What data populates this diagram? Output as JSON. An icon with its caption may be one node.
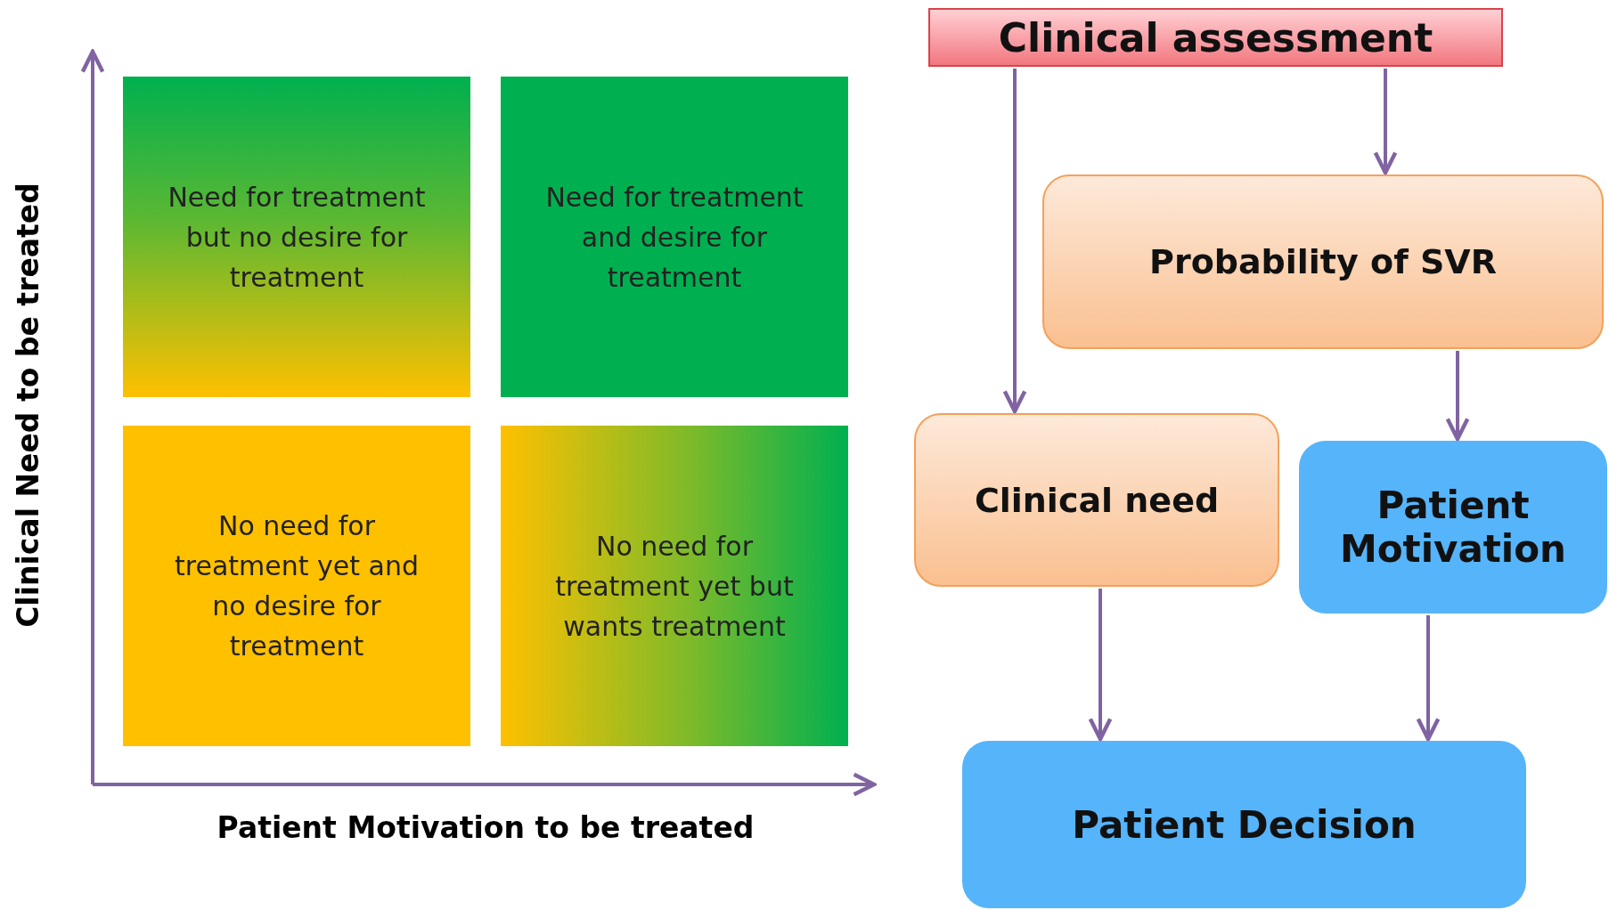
{
  "diagram": {
    "nodes": [
      {
        "text": [
          "Need for treatment but no desire for treatment"
        ]
      },
      {
        "text": [
          "Need for treatment and desire for treatment"
        ]
      },
      {
        "text": [
          "No need for treatment yet and no desire for treatment"
        ]
      },
      {
        "text": [
          "No need for treatment yet but wants treatment"
        ]
      },
      {
        "text": [
          "Clinical assessment"
        ]
      },
      {
        "text": [
          "Probability of SVR"
        ]
      },
      {
        "text": [
          "Clinical need"
        ]
      },
      {
        "text": [
          "Patient Motivation"
        ]
      },
      {
        "text": [
          "Patient Decision"
        ]
      }
    ],
    "edges": [
      {
        "from": 4,
        "to": 6,
        "arrow": "to"
      },
      {
        "from": 4,
        "to": 5,
        "arrow": "to"
      },
      {
        "from": 5,
        "to": 7,
        "arrow": "to"
      },
      {
        "from": 6,
        "to": 8,
        "arrow": "to"
      },
      {
        "from": 7,
        "to": 8,
        "arrow": "to"
      }
    ],
    "labels": [
      "Clinical Need to be treated",
      "Patient Motivation to be treated"
    ]
  }
}
